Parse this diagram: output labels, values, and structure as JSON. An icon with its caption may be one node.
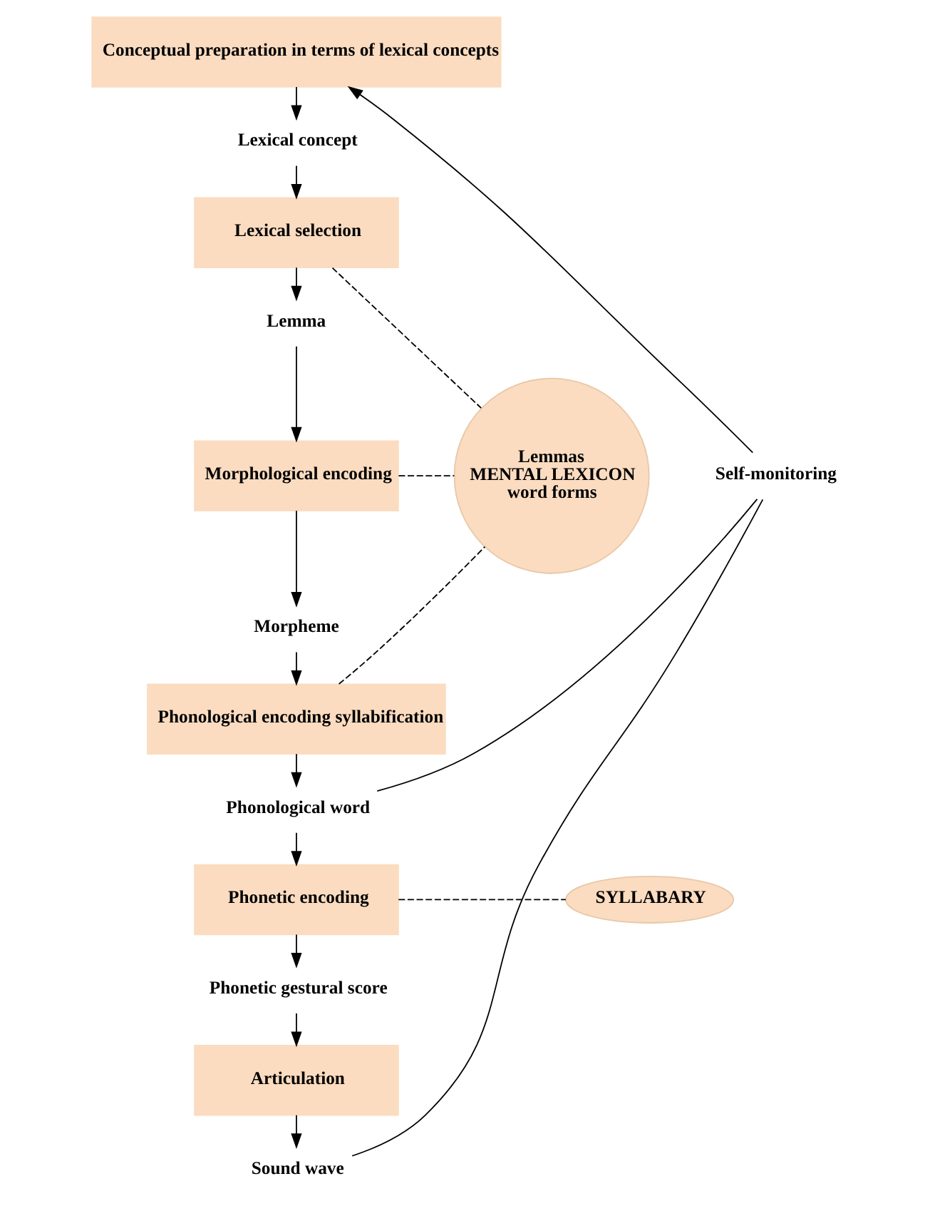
{
  "diagram": {
    "nodes": [
      {
        "text": [
          "Conceptual preparation in terms of lexical concepts"
        ]
      },
      {
        "text": [
          "Lexical concept"
        ]
      },
      {
        "text": [
          "Lexical selection"
        ]
      },
      {
        "text": [
          "Lemma"
        ]
      },
      {
        "text": [
          "Morphological encoding"
        ]
      },
      {
        "text": [
          "Morpheme"
        ]
      },
      {
        "text": [
          "Phonological encoding syllabification"
        ]
      },
      {
        "text": [
          "Phonological word"
        ]
      },
      {
        "text": [
          "Phonetic encoding"
        ]
      },
      {
        "text": [
          "Phonetic gestural score"
        ]
      },
      {
        "text": [
          "Articulation"
        ]
      },
      {
        "text": [
          "Sound wave"
        ]
      },
      {
        "text": [
          "Lemmas",
          "MENTAL LEXICON",
          "word forms"
        ]
      },
      {
        "text": [
          "SYLLABARY"
        ]
      },
      {
        "text": [
          "Self-monitoring"
        ]
      }
    ],
    "edges": [
      {
        "from": 0,
        "to": 1,
        "arrow": "to"
      },
      {
        "from": 1,
        "to": 2,
        "arrow": "to"
      },
      {
        "from": 2,
        "to": 3,
        "arrow": "to"
      },
      {
        "from": 3,
        "to": 4,
        "arrow": "to"
      },
      {
        "from": 4,
        "to": 5,
        "arrow": "to"
      },
      {
        "from": 5,
        "to": 6,
        "arrow": "to"
      },
      {
        "from": 6,
        "to": 7,
        "arrow": "to"
      },
      {
        "from": 7,
        "to": 8,
        "arrow": "to"
      },
      {
        "from": 8,
        "to": 9,
        "arrow": "to"
      },
      {
        "from": 9,
        "to": 10,
        "arrow": "to"
      },
      {
        "from": 10,
        "to": 11,
        "arrow": "to"
      },
      {
        "from": 2,
        "to": 12,
        "arrow": "none",
        "style": "dashed"
      },
      {
        "from": 4,
        "to": 12,
        "arrow": "none",
        "style": "dashed"
      },
      {
        "from": 6,
        "to": 12,
        "arrow": "none",
        "style": "dashed"
      },
      {
        "from": 8,
        "to": 13,
        "arrow": "none",
        "style": "dashed"
      },
      {
        "from": 7,
        "to": 14,
        "arrow": "none"
      },
      {
        "from": 11,
        "to": 14,
        "arrow": "none"
      },
      {
        "from": 14,
        "to": 0,
        "arrow": "to"
      }
    ]
  }
}
